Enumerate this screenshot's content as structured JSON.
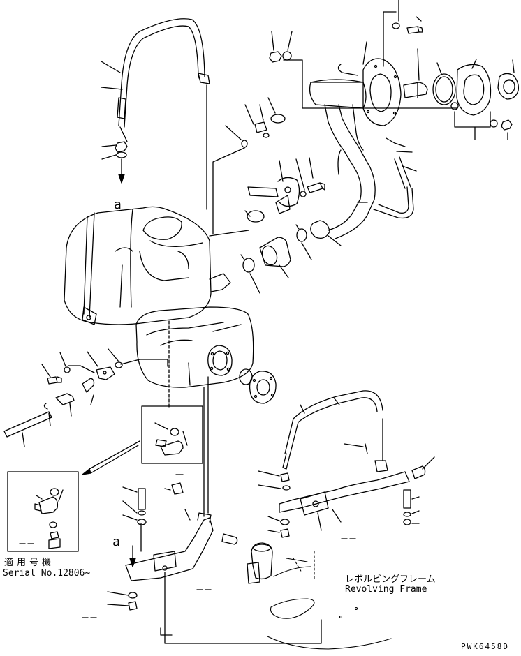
{
  "diagram": {
    "callout_letter": "a",
    "applicability": {
      "label_jp": "適用号機",
      "serial_en": "Serial No.12806~"
    },
    "revolving_frame": {
      "label_jp": "レボルビングフレーム",
      "label_en": "Revolving Frame"
    },
    "drawing_code": "PWK6458D"
  },
  "colors": {
    "line": "#000000",
    "background": "#ffffff"
  }
}
